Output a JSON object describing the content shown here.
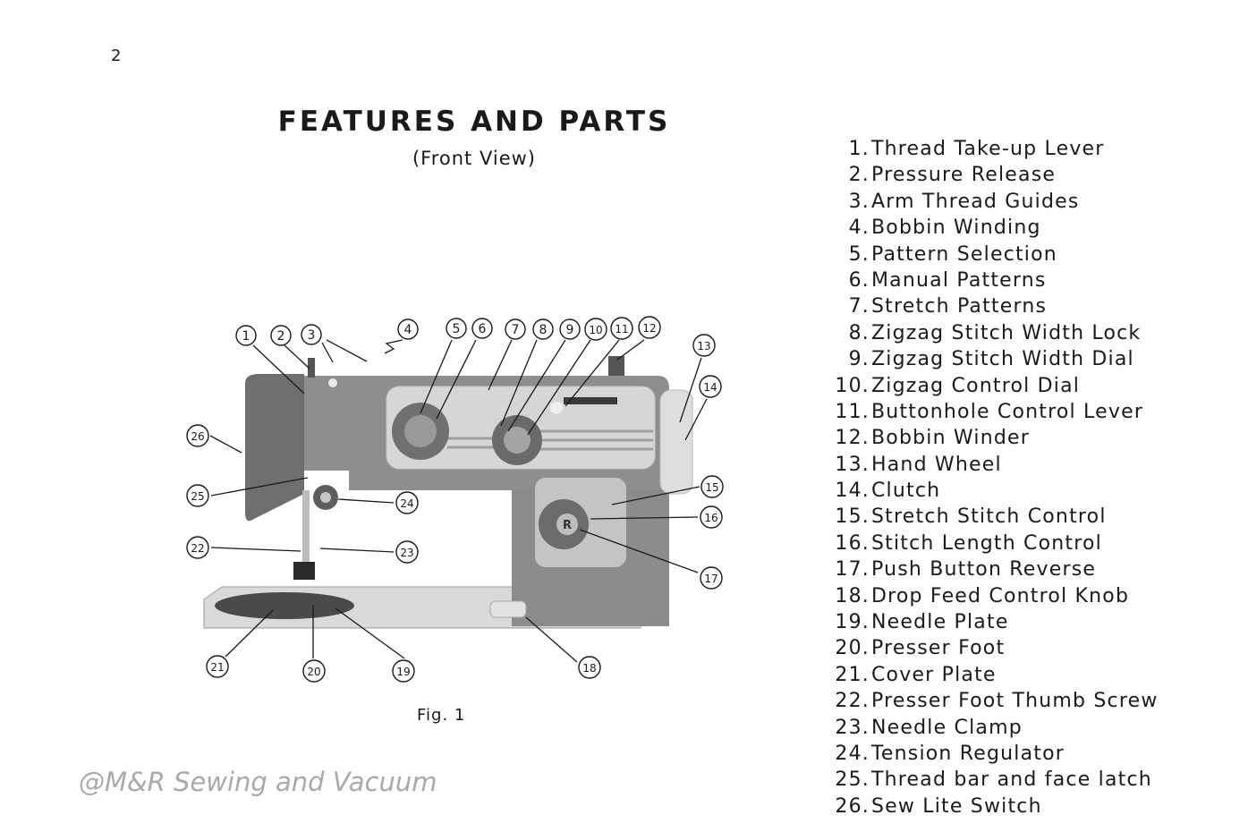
{
  "page_number": "2",
  "title": "FEATURES AND PARTS",
  "subtitle": "(Front View)",
  "figure_caption": "Fig. 1",
  "watermark": "@M&R Sewing and Vacuum",
  "diagram_callouts": [
    "1",
    "2",
    "3",
    "4",
    "5",
    "6",
    "7",
    "8",
    "9",
    "10",
    "11",
    "12",
    "13",
    "14",
    "15",
    "16",
    "17",
    "18",
    "19",
    "20",
    "21",
    "22",
    "23",
    "24",
    "25",
    "26"
  ],
  "dial_letter": "R",
  "parts": [
    {
      "num": "1.",
      "name": "Thread Take-up Lever"
    },
    {
      "num": "2.",
      "name": "Pressure Release"
    },
    {
      "num": "3.",
      "name": "Arm Thread Guides"
    },
    {
      "num": "4.",
      "name": "Bobbin Winding"
    },
    {
      "num": "5.",
      "name": "Pattern Selection"
    },
    {
      "num": "6.",
      "name": "Manual Patterns"
    },
    {
      "num": "7.",
      "name": "Stretch Patterns"
    },
    {
      "num": "8.",
      "name": "Zigzag Stitch Width Lock"
    },
    {
      "num": "9.",
      "name": "Zigzag Stitch Width Dial"
    },
    {
      "num": "10.",
      "name": "Zigzag Control Dial"
    },
    {
      "num": "11.",
      "name": "Buttonhole Control Lever"
    },
    {
      "num": "12.",
      "name": "Bobbin Winder"
    },
    {
      "num": "13.",
      "name": "Hand Wheel"
    },
    {
      "num": "14.",
      "name": "Clutch"
    },
    {
      "num": "15.",
      "name": "Stretch Stitch Control"
    },
    {
      "num": "16.",
      "name": "Stitch Length Control"
    },
    {
      "num": "17.",
      "name": "Push Button Reverse"
    },
    {
      "num": "18.",
      "name": "Drop Feed Control Knob"
    },
    {
      "num": "19.",
      "name": "Needle Plate"
    },
    {
      "num": "20.",
      "name": "Presser Foot"
    },
    {
      "num": "21.",
      "name": "Cover Plate"
    },
    {
      "num": "22.",
      "name": "Presser Foot Thumb Screw"
    },
    {
      "num": "23.",
      "name": "Needle Clamp"
    },
    {
      "num": "24.",
      "name": "Tension Regulator"
    },
    {
      "num": "25.",
      "name": "Thread bar and face latch"
    },
    {
      "num": "26.",
      "name": "Sew Lite Switch"
    }
  ]
}
